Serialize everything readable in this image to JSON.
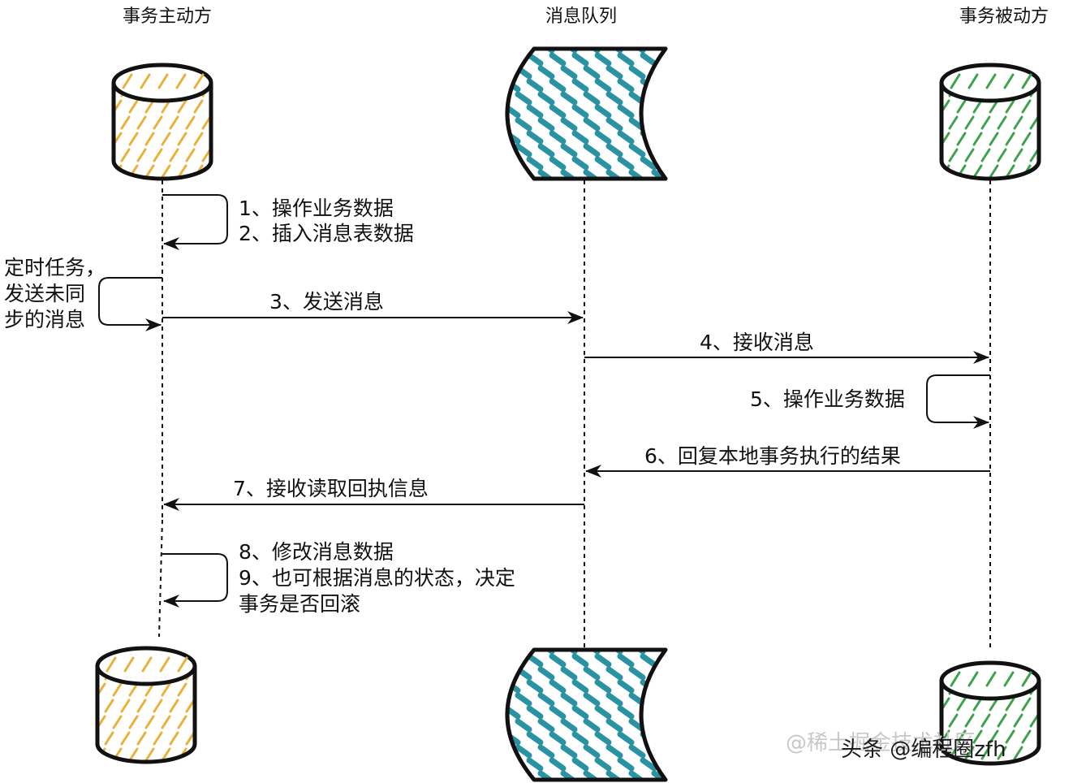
{
  "participants": {
    "initiator": "事务主动方",
    "queue": "消息队列",
    "receiver": "事务被动方"
  },
  "colors": {
    "initiator_hatch": "#e8b23a",
    "queue_hatch": "#2a93a3",
    "receiver_hatch": "#3da24a",
    "line": "#111111"
  },
  "steps": {
    "s1": "1、操作业务数据",
    "s2": "2、插入消息表数据",
    "timer_line1": "定时任务，",
    "timer_line2": "发送未同",
    "timer_line3": "步的消息",
    "s3": "3、发送消息",
    "s4": "4、接收消息",
    "s5": "5、操作业务数据",
    "s6": "6、回复本地事务执行的结果",
    "s7": "7、接收读取回执信息",
    "s8": "8、修改消息数据",
    "s9_line1": "9、也可根据消息的状态，决定",
    "s9_line2": "事务是否回滚"
  },
  "watermark": {
    "gray": "@稀土掘金技术社区",
    "black": "头条 @编程圈zfh"
  }
}
